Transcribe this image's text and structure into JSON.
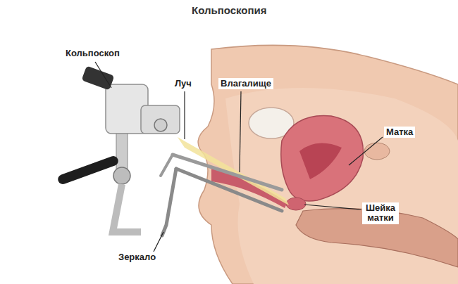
{
  "diagram": {
    "title": "Кольпоскопия",
    "labels": [
      "Кольпоскоп",
      "Луч",
      "Влагалище",
      "Матка",
      "Шейка матки",
      "Зеркало"
    ]
  }
}
